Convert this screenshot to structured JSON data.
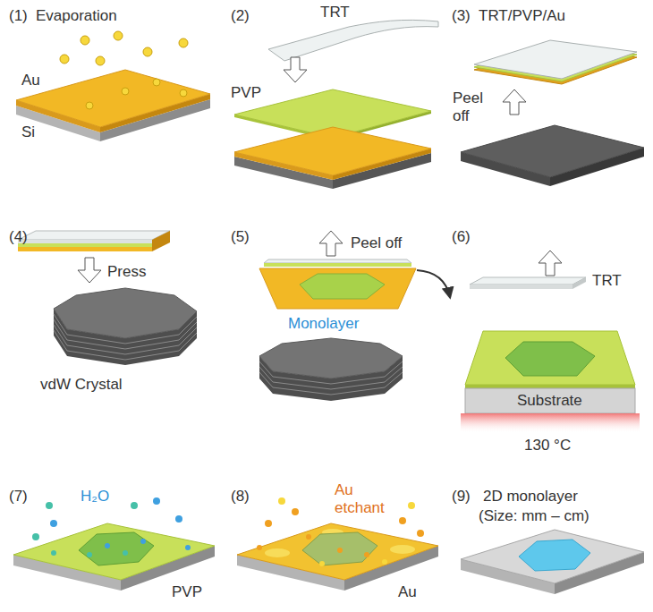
{
  "diagram": {
    "labels": [
      "(1)",
      "Evaporation",
      "Au",
      "Si",
      "(2)",
      "TRT",
      "PVP",
      "(3)",
      "TRT/PVP/Au",
      "Peel off",
      "(4)",
      "Press",
      "vdW Crystal",
      "(5)",
      "Peel off",
      "Monolayer",
      "(6)",
      "TRT",
      "Substrate",
      "130 °C",
      "(7)",
      "H₂O",
      "PVP",
      "(8)",
      "Au etchant",
      "Au",
      "(9)",
      "2D monolayer",
      "(Size: mm – cm)"
    ]
  }
}
